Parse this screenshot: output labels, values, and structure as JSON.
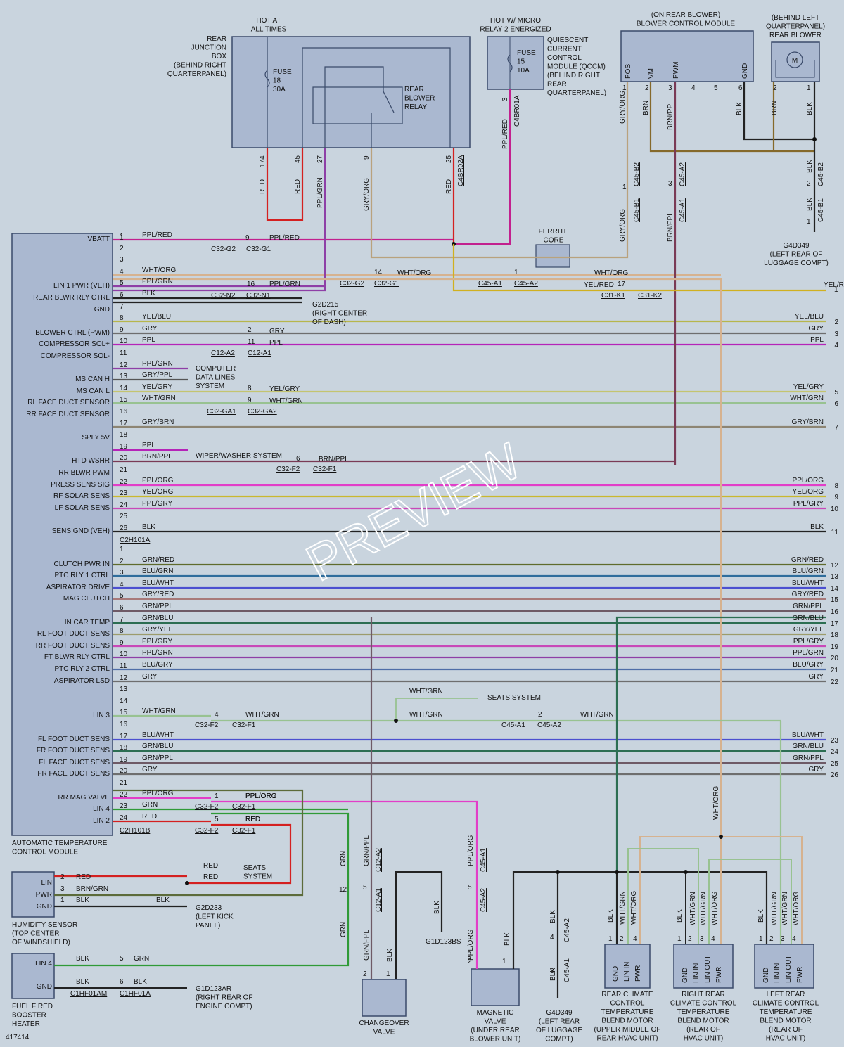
{
  "diagram_id": "417414",
  "watermark": "PREVIEW",
  "colors": {
    "RED": "#d42020",
    "PPL/RED": "#c2208e",
    "PPL/GRN": "#8e3fa6",
    "GRY/ORG": "#b9a27d",
    "YEL/BLU": "#b7b64c",
    "GRY": "#6e6e6e",
    "PPL": "#b524b8",
    "YEL/GRY": "#c4c470",
    "WHT/GRN": "#98c291",
    "GRY/BRN": "#8d8573",
    "BRN/PPL": "#7a3a55",
    "PPL/ORG": "#e23ec8",
    "YEL/ORG": "#c9b82e",
    "PPL/GRY": "#c848b8",
    "BLK": "#222222",
    "GRN/RED": "#5f6b2c",
    "BLU/GRN": "#2f6d9c",
    "BLU/WHT": "#4b4fd0",
    "GRY/RED": "#a87a7a",
    "GRN/PPL": "#6e5a66",
    "GRN/BLU": "#2c6e52",
    "GRY/YEL": "#9c9c6c",
    "BLU/GRY": "#4f6ea8",
    "WHT/ORG": "#d6b28f",
    "YEL/RED": "#d0b020",
    "GRN": "#2f9a37",
    "BRN": "#85692a",
    "BRN/GRN": "#5c6b3a"
  },
  "labels": {
    "hot_at_all_times": [
      "HOT AT",
      "ALL TIMES"
    ],
    "hot_w_micro": [
      "HOT W/ MICRO",
      "RELAY 2 ENERGIZED"
    ],
    "rear_junction_box": [
      "REAR",
      "JUNCTION",
      "BOX",
      "(BEHIND RIGHT",
      "QUARTERPANEL)"
    ],
    "fuse18": [
      "FUSE",
      "18",
      "30A"
    ],
    "rear_blower_relay": [
      "REAR",
      "BLOWER",
      "RELAY"
    ],
    "fuse15": [
      "FUSE",
      "15",
      "10A"
    ],
    "qccm": [
      "QUIESCENT",
      "CURRENT",
      "CONTROL",
      "MODULE (QCCM)",
      "(BEHIND RIGHT",
      "REAR",
      "QUARTERPANEL)"
    ],
    "blower_module_title": [
      "(ON REAR BLOWER)",
      "BLOWER CONTROL MODULE"
    ],
    "blower_motor_title": [
      "(BEHIND LEFT",
      "QUARTERPANEL)",
      "REAR BLOWER"
    ],
    "blower_pins": [
      "POS",
      "VM",
      "PWM",
      "GND"
    ],
    "blower_pin_nums": [
      "1",
      "2",
      "3",
      "4",
      "5",
      "6"
    ],
    "motor_pins": [
      "2",
      "1"
    ],
    "motor_symbol": "M",
    "ferrite_core": [
      "FERRITE",
      "CORE"
    ],
    "g4d349_top": [
      "G4D349",
      "(LEFT REAR OF",
      "LUGGAGE COMPT)"
    ],
    "g2d215": [
      "G2D215",
      "(RIGHT CENTER",
      "OF DASH)"
    ],
    "computer_data": [
      "COMPUTER",
      "DATA LINES",
      "SYSTEM"
    ],
    "wiper": "WIPER/WASHER SYSTEM",
    "seats1": "SEATS SYSTEM",
    "seats2": [
      "SEATS",
      "SYSTEM"
    ],
    "atc_module": [
      "AUTOMATIC TEMPERATURE",
      "CONTROL MODULE"
    ],
    "humidity_sensor": [
      "HUMIDITY SENSOR",
      "(TOP CENTER",
      "OF WINDSHIELD)"
    ],
    "humidity_pins": [
      "LIN",
      "PWR",
      "GND"
    ],
    "g2d233": [
      "G2D233",
      "(LEFT KICK",
      "PANEL)"
    ],
    "booster_heater": [
      "FUEL FIRED",
      "BOOSTER",
      "HEATER"
    ],
    "booster_pins": [
      "LIN 4",
      "GND"
    ],
    "g1d123ar": [
      "G1D123AR",
      "(RIGHT REAR OF",
      "ENGINE COMPT)"
    ],
    "changeover": [
      "CHANGEOVER",
      "VALVE"
    ],
    "g1d123bs": "G1D123BS",
    "magnetic_valve": [
      "MAGNETIC",
      "VALVE",
      "(UNDER REAR",
      "BLOWER UNIT)"
    ],
    "g4d349_bottom": [
      "G4D349",
      "(LEFT REAR",
      "OF LUGGAGE",
      "COMPT)"
    ],
    "rear_motor": [
      "REAR CLIMATE",
      "CONTROL",
      "TEMPERATURE",
      "BLEND MOTOR",
      "(UPPER MIDDLE OF",
      "REAR HVAC UNIT)"
    ],
    "right_motor": [
      "RIGHT REAR",
      "CLIMATE CONTROL",
      "TEMPERATURE",
      "BLEND MOTOR",
      "(REAR OF",
      "HVAC UNIT)"
    ],
    "left_motor": [
      "LEFT REAR",
      "CLIMATE CONTROL",
      "TEMPERATURE",
      "BLEND MOTOR",
      "(REAR OF",
      "HVAC UNIT)"
    ],
    "motor_pins3": [
      "GND",
      "LIN IN",
      "PWR"
    ],
    "motor_pins4": [
      "GND",
      "LIN IN",
      "LIN OUT",
      "PWR"
    ],
    "connectors": {
      "C32-G2": "C32-G2",
      "C32-G1": "C32-G1",
      "C32-N2": "C32-N2",
      "C32-N1": "C32-N1",
      "C45-A1": "C45-A1",
      "C45-A2": "C45-A2",
      "C31-K1": "C31-K1",
      "C31-K2": "C31-K2",
      "C12-A2": "C12-A2",
      "C12-A1": "C12-A1",
      "C32-GA1": "C32-GA1",
      "C32-GA2": "C32-GA2",
      "C32-F2": "C32-F2",
      "C32-F1": "C32-F1",
      "C2H101A": "C2H101A",
      "C2H101B": "C2H101B",
      "C1HF01AM": "C1HF01AM",
      "C1HF01A": "C1HF01A",
      "C4BR01A": "C4BR01A",
      "C4BR02A": "C4BR02A",
      "C45-B2": "C45-B2",
      "C45-B1": "C45-B1"
    }
  },
  "rows": [
    {
      "pin": "1",
      "label": "VBATT",
      "color": "PPL/RED",
      "end": 645
    },
    {
      "pin": "2",
      "label": "",
      "color": "",
      "end": 0
    },
    {
      "pin": "3",
      "label": "",
      "color": "",
      "end": 0
    },
    {
      "pin": "4",
      "label": "",
      "color": "WHT/ORG",
      "end": 1025
    },
    {
      "pin": "5",
      "label": "LIN 1 PWR (VEH)",
      "color": "PPL/GRN",
      "end": 462
    },
    {
      "pin": "6",
      "label": "REAR BLWR RLY CTRL",
      "color": "BLK",
      "end": 430
    },
    {
      "pin": "7",
      "label": "GND",
      "color": "",
      "end": 0
    },
    {
      "pin": "8",
      "label": "",
      "color": "YEL/BLU",
      "end": 1175,
      "out": "2"
    },
    {
      "pin": "9",
      "label": "BLOWER CTRL (PWM)",
      "color": "GRY",
      "end": 1175,
      "out": "3"
    },
    {
      "pin": "10",
      "label": "COMPRESSOR SOL+",
      "color": "PPL",
      "end": 1175,
      "out": "4"
    },
    {
      "pin": "11",
      "label": "COMPRESSOR SOL-",
      "color": "",
      "end": 0
    },
    {
      "pin": "12",
      "label": "",
      "color": "PPL/GRN",
      "end": 268
    },
    {
      "pin": "13",
      "label": "MS CAN H",
      "color": "GRY/PPL",
      "end": 268
    },
    {
      "pin": "14",
      "label": "MS CAN L",
      "color": "YEL/GRY",
      "end": 1175,
      "out": "5"
    },
    {
      "pin": "15",
      "label": "RL FACE DUCT SENSOR",
      "color": "WHT/GRN",
      "end": 1175,
      "out": "6"
    },
    {
      "pin": "16",
      "label": "RR FACE DUCT SENSOR",
      "color": "",
      "end": 0
    },
    {
      "pin": "17",
      "label": "",
      "color": "GRY/BRN",
      "end": 1175,
      "out": "7"
    },
    {
      "pin": "18",
      "label": "SPLY 5V",
      "color": "",
      "end": 0
    },
    {
      "pin": "19",
      "label": "",
      "color": "PPL",
      "end": 268
    },
    {
      "pin": "20",
      "label": "HTD WSHR",
      "color": "BRN/PPL",
      "end": 960
    },
    {
      "pin": "21",
      "label": "RR BLWR PWM",
      "color": "",
      "end": 0
    },
    {
      "pin": "22",
      "label": "PRESS SENS SIG",
      "color": "PPL/ORG",
      "end": 1175,
      "out": "8"
    },
    {
      "pin": "23",
      "label": "RF SOLAR SENS",
      "color": "YEL/ORG",
      "end": 1175,
      "out": "9"
    },
    {
      "pin": "24",
      "label": "LF SOLAR SENS",
      "color": "PPL/GRY",
      "end": 1175,
      "out": "10"
    },
    {
      "pin": "25",
      "label": "",
      "color": "",
      "end": 0
    },
    {
      "pin": "26",
      "label": "SENS GND (VEH)",
      "color": "BLK",
      "end": 1175,
      "out": "11"
    },
    {
      "pin": "1",
      "label": "",
      "color": "",
      "end": 0
    },
    {
      "pin": "2",
      "label": "CLUTCH PWR IN",
      "color": "GRN/RED",
      "end": 1175,
      "out": "12"
    },
    {
      "pin": "3",
      "label": "PTC RLY 1 CTRL",
      "color": "BLU/GRN",
      "end": 1175,
      "out": "13"
    },
    {
      "pin": "4",
      "label": "ASPIRATOR DRIVE",
      "color": "BLU/WHT",
      "end": 1175,
      "out": "14"
    },
    {
      "pin": "5",
      "label": "MAG CLUTCH",
      "color": "GRY/RED",
      "end": 1175,
      "out": "15"
    },
    {
      "pin": "6",
      "label": "",
      "color": "GRN/PPL",
      "end": 1175,
      "out": "16"
    },
    {
      "pin": "7",
      "label": "IN CAR TEMP",
      "color": "GRN/BLU",
      "end": 1175,
      "out": "17"
    },
    {
      "pin": "8",
      "label": "RL FOOT DUCT SENS",
      "color": "GRY/YEL",
      "end": 1175,
      "out": "18"
    },
    {
      "pin": "9",
      "label": "RR FOOT DUCT SENS",
      "color": "PPL/GRY",
      "end": 1175,
      "out": "19"
    },
    {
      "pin": "10",
      "label": "FT BLWR RLY CTRL",
      "color": "PPL/GRN",
      "end": 1175,
      "out": "20"
    },
    {
      "pin": "11",
      "label": "PTC RLY 2 CTRL",
      "color": "BLU/GRY",
      "end": 1175,
      "out": "21"
    },
    {
      "pin": "12",
      "label": "ASPIRATOR LSD",
      "color": "GRY",
      "end": 1175,
      "out": "22"
    },
    {
      "pin": "13",
      "label": "",
      "color": "",
      "end": 0
    },
    {
      "pin": "14",
      "label": "",
      "color": "",
      "end": 0
    },
    {
      "pin": "15",
      "label": "LIN 3",
      "color": "WHT/GRN",
      "end": 300
    },
    {
      "pin": "16",
      "label": "",
      "color": "",
      "end": 0
    },
    {
      "pin": "17",
      "label": "FL FOOT DUCT SENS",
      "color": "BLU/WHT",
      "end": 1175,
      "out": "23"
    },
    {
      "pin": "18",
      "label": "FR FOOT DUCT SENS",
      "color": "GRN/BLU",
      "end": 1175,
      "out": "24"
    },
    {
      "pin": "19",
      "label": "FL FACE DUCT SENS",
      "color": "GRN/PPL",
      "end": 1175,
      "out": "25"
    },
    {
      "pin": "20",
      "label": "FR FACE DUCT SENS",
      "color": "GRY",
      "end": 1175,
      "out": "26"
    },
    {
      "pin": "21",
      "label": "",
      "color": "",
      "end": 0
    },
    {
      "pin": "22",
      "label": "RR MAG VALVE",
      "color": "PPL/ORG",
      "end": 300
    },
    {
      "pin": "23",
      "label": "LIN 4",
      "color": "GRN",
      "end": 495
    },
    {
      "pin": "24",
      "label": "LIN 2",
      "color": "RED",
      "end": 300
    }
  ],
  "wire_labels": [
    {
      "key": "r1a",
      "text": "PPL/RED"
    },
    {
      "key": "r1b",
      "text": "PPL/RED"
    },
    {
      "key": "r4a",
      "text": "WHT/ORG"
    },
    {
      "key": "r4b",
      "text": "WHT/ORG"
    },
    {
      "key": "r5a",
      "text": "PPL/GRN"
    },
    {
      "key": "r5b",
      "text": "PPL/GRN"
    },
    {
      "key": "r6a",
      "text": "BLK"
    },
    {
      "key": "r8a",
      "text": "YEL/BLU"
    },
    {
      "key": "r8b",
      "text": "YEL/BLU"
    },
    {
      "key": "r9a",
      "text": "GRY"
    },
    {
      "key": "r9b",
      "text": "GRY"
    },
    {
      "key": "r9c",
      "text": "GRY"
    },
    {
      "key": "r10a",
      "text": "PPL"
    },
    {
      "key": "r10b",
      "text": "PPL"
    },
    {
      "key": "r10c",
      "text": "PPL"
    },
    {
      "key": "r12a",
      "text": "PPL/GRN"
    },
    {
      "key": "r13a",
      "text": "GRY/PPL"
    },
    {
      "key": "r14a",
      "text": "YEL/GRY"
    },
    {
      "key": "r14b",
      "text": "YEL/GRY"
    },
    {
      "key": "r14c",
      "text": "YEL/GRY"
    },
    {
      "key": "r15a",
      "text": "WHT/GRN"
    },
    {
      "key": "r15b",
      "text": "WHT/GRN"
    },
    {
      "key": "r15c",
      "text": "WHT/GRN"
    },
    {
      "key": "r17a",
      "text": "GRY/BRN"
    },
    {
      "key": "r17b",
      "text": "GRY/BRN"
    },
    {
      "key": "r19a",
      "text": "PPL"
    },
    {
      "key": "r20a",
      "text": "BRN/PPL"
    },
    {
      "key": "r20b",
      "text": "BRN/PPL"
    },
    {
      "key": "yelred",
      "text": "YEL/RED"
    },
    {
      "key": "yelred_out",
      "text": "YEL/RED"
    }
  ],
  "texts": {
    "pin174": "174",
    "pin45": "45",
    "pin27": "27",
    "pin9": "9",
    "pin25": "25",
    "pin3q": "3",
    "w_red1": "RED",
    "w_red2": "RED",
    "w_pplgrn": "PPL/GRN",
    "w_gryorg": "GRY/ORG",
    "w_red3": "RED",
    "w_pplred": "PPL/RED",
    "w_gryorg2": "GRY/ORG",
    "w_brn": "BRN",
    "w_brnppl": "BRN/PPL",
    "w_blk": "BLK",
    "w_brn2": "BRN",
    "w_blk2": "BLK",
    "w_gryorg3": "GRY/ORG",
    "w_brnppl2": "BRN/PPL",
    "w_blk3": "BLK",
    "n1": "1",
    "n3": "3",
    "n2": "2",
    "n2b": "2",
    "n9": "9",
    "n16": "16",
    "n14": "14",
    "n1b": "1",
    "n17": "17",
    "n2c": "2",
    "n11": "11",
    "n8": "8",
    "n9b": "9",
    "n6": "6",
    "out1": "1",
    "wl_whtgrn_seat": "WHT/GRN",
    "wl_whtgrn_a": "WHT/GRN",
    "wl_whtgrn_b": "WHT/GRN",
    "wl_whtgrn_c": "WHT/GRN",
    "n4": "4",
    "n2d": "2",
    "n1c": "1",
    "n5": "5",
    "wl_pplorg": "PPL/ORG",
    "wl_pplorg2": "PPL/ORG",
    "wl_red_a": "RED",
    "wl_red_b": "RED",
    "wl_grn": "GRN",
    "h2": "2",
    "h3": "3",
    "h1": "1",
    "h_red": "RED",
    "h_brngrn": "BRN/GRN",
    "h_blk": "BLK",
    "h_blk2": "BLK",
    "h_red2": "RED",
    "h_red3": "RED",
    "b5": "5",
    "b6": "6",
    "b_blk": "BLK",
    "b_grn": "GRN",
    "b_blk2": "BLK",
    "b_blk3": "BLK",
    "v_grn": "GRN",
    "v_grnppl": "GRN/PPL",
    "v12": "12",
    "v5": "5",
    "v_grn2": "GRN",
    "v_grnppl2": "GRN/PPL",
    "v2": "2",
    "v1": "1",
    "v_blk": "BLK",
    "v_blk2": "BLK",
    "m_pplorg": "PPL/ORG",
    "m5": "5",
    "m_pplorg2": "PPL/ORG",
    "m2": "2",
    "m1": "1",
    "m_blk": "BLK",
    "g_blk": "BLK",
    "g4": "4",
    "g_blk2": "BLK",
    "g3": "3",
    "whtorg_v": "WHT/ORG",
    "rc_blk": "BLK",
    "rc_whtgrn": "WHT/GRN",
    "rc_whtorg": "WHT/ORG",
    "rc1": "1",
    "rc2": "2",
    "rc4": "4",
    "rr_blk": "BLK",
    "rr_whtgrn": "WHT/GRN",
    "rr_whtgrn2": "WHT/GRN",
    "rr_whtorg": "WHT/ORG",
    "rr1": "1",
    "rr2": "2",
    "rr3": "3",
    "rr4": "4",
    "lr_blk": "BLK",
    "lr_whtgrn": "WHT/GRN",
    "lr_whtgrn2": "WHT/GRN",
    "lr_whtorg": "WHT/ORG",
    "lr1": "1",
    "lr2": "2",
    "lr3": "3",
    "lr4": "4",
    "c45b2_2": "2",
    "c45b1_1": "1",
    "blk_b": "BLK",
    "blk_b2": "BLK"
  }
}
